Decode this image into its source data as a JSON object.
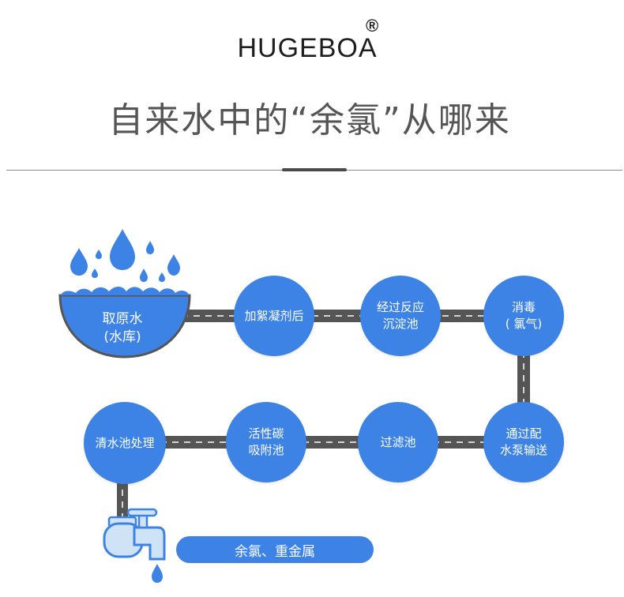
{
  "brand": {
    "name": "HUGEBOA",
    "registered_mark": "®"
  },
  "headline": "自来水中的“余氯”从哪来",
  "colors": {
    "node_blue": "#3d83e6",
    "pipe": "#555555",
    "text_dark": "#555555"
  },
  "flow": {
    "source": {
      "line1": "取原水",
      "line2": "(水库)"
    },
    "steps_row1": [
      {
        "lines": [
          "加絮凝剂后"
        ]
      },
      {
        "lines": [
          "经过反应",
          "沉淀池"
        ]
      },
      {
        "lines": [
          "消毒",
          "( 氯气)"
        ]
      }
    ],
    "steps_row2": [
      {
        "lines": [
          "通过配",
          "水泵输送"
        ]
      },
      {
        "lines": [
          "过滤池"
        ]
      },
      {
        "lines": [
          "活性碳",
          "吸附池"
        ]
      },
      {
        "lines": [
          "清水池处理"
        ]
      }
    ],
    "result": "余氯、重金属"
  },
  "icons": {
    "water_drops": "water-drop-icon",
    "faucet": "faucet-icon"
  }
}
